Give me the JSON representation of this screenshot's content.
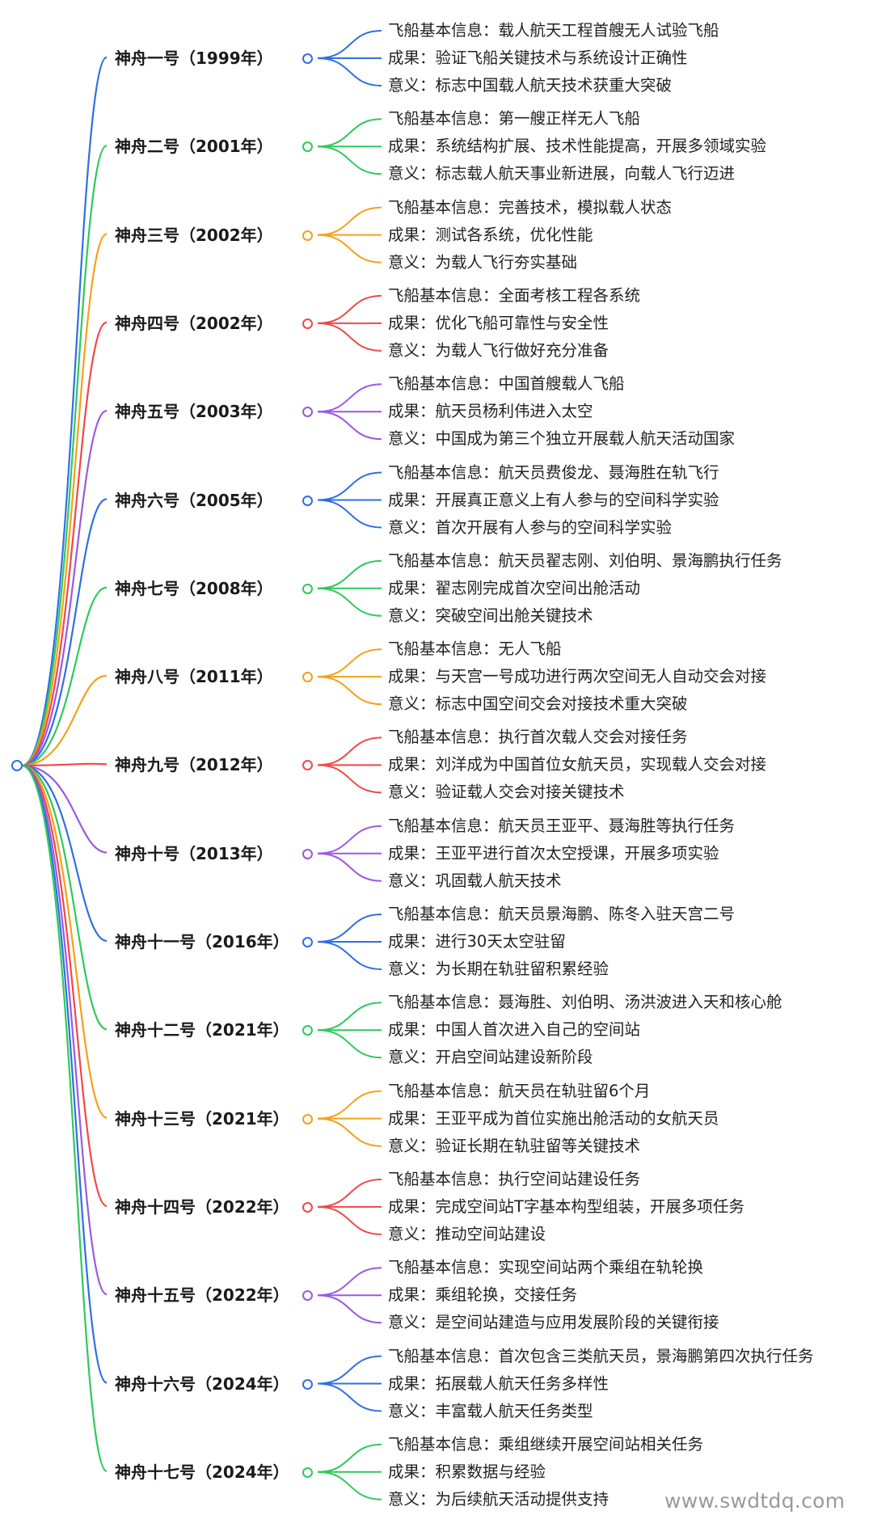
{
  "palette": [
    "#2F6FE4",
    "#2FC95C",
    "#F5A01A",
    "#F04848",
    "#9B59E0"
  ],
  "missions": [
    {
      "title": "神舟一号（1999年）",
      "color": "#2F6FE4",
      "details": [
        "飞船基本信息：载人航天工程首艘无人试验飞船",
        "成果：验证飞船关键技术与系统设计正确性",
        "意义：标志中国载人航天技术获重大突破"
      ]
    },
    {
      "title": "神舟二号（2001年）",
      "color": "#2FC95C",
      "details": [
        "飞船基本信息：第一艘正样无人飞船",
        "成果：系统结构扩展、技术性能提高，开展多领域实验",
        "意义：标志载人航天事业新进展，向载人飞行迈进"
      ]
    },
    {
      "title": "神舟三号（2002年）",
      "color": "#F5A01A",
      "details": [
        "飞船基本信息：完善技术，模拟载人状态",
        "成果：测试各系统，优化性能",
        "意义：为载人飞行夯实基础"
      ]
    },
    {
      "title": "神舟四号（2002年）",
      "color": "#F04848",
      "details": [
        "飞船基本信息：全面考核工程各系统",
        "成果：优化飞船可靠性与安全性",
        "意义：为载人飞行做好充分准备"
      ]
    },
    {
      "title": "神舟五号（2003年）",
      "color": "#9B59E0",
      "details": [
        "飞船基本信息：中国首艘载人飞船",
        "成果：航天员杨利伟进入太空",
        "意义：中国成为第三个独立开展载人航天活动国家"
      ]
    },
    {
      "title": "神舟六号（2005年）",
      "color": "#2F6FE4",
      "details": [
        "飞船基本信息：航天员费俊龙、聂海胜在轨飞行",
        "成果：开展真正意义上有人参与的空间科学实验",
        "意义：首次开展有人参与的空间科学实验"
      ]
    },
    {
      "title": "神舟七号（2008年）",
      "color": "#2FC95C",
      "details": [
        "飞船基本信息：航天员翟志刚、刘伯明、景海鹏执行任务",
        "成果：翟志刚完成首次空间出舱活动",
        "意义：突破空间出舱关键技术"
      ]
    },
    {
      "title": "神舟八号（2011年）",
      "color": "#F5A01A",
      "details": [
        "飞船基本信息：无人飞船",
        "成果：与天宫一号成功进行两次空间无人自动交会对接",
        "意义：标志中国空间交会对接技术重大突破"
      ]
    },
    {
      "title": "神舟九号（2012年）",
      "color": "#F04848",
      "details": [
        "飞船基本信息：执行首次载人交会对接任务",
        "成果：刘洋成为中国首位女航天员，实现载人交会对接",
        "意义：验证载人交会对接关键技术"
      ]
    },
    {
      "title": "神舟十号（2013年）",
      "color": "#9B59E0",
      "details": [
        "飞船基本信息：航天员王亚平、聂海胜等执行任务",
        "成果：王亚平进行首次太空授课，开展多项实验",
        "意义：巩固载人航天技术"
      ]
    },
    {
      "title": "神舟十一号（2016年）",
      "color": "#2F6FE4",
      "details": [
        "飞船基本信息：航天员景海鹏、陈冬入驻天宫二号",
        "成果：进行30天太空驻留",
        "意义：为长期在轨驻留积累经验"
      ]
    },
    {
      "title": "神舟十二号（2021年）",
      "color": "#2FC95C",
      "details": [
        "飞船基本信息：聂海胜、刘伯明、汤洪波进入天和核心舱",
        "成果：中国人首次进入自己的空间站",
        "意义：开启空间站建设新阶段"
      ]
    },
    {
      "title": "神舟十三号（2021年）",
      "color": "#F5A01A",
      "details": [
        "飞船基本信息：航天员在轨驻留6个月",
        "成果：王亚平成为首位实施出舱活动的女航天员",
        "意义：验证长期在轨驻留等关键技术"
      ]
    },
    {
      "title": "神舟十四号（2022年）",
      "color": "#F04848",
      "details": [
        "飞船基本信息：执行空间站建设任务",
        "成果：完成空间站T字基本构型组装，开展多项任务",
        "意义：推动空间站建设"
      ]
    },
    {
      "title": "神舟十五号（2022年）",
      "color": "#9B59E0",
      "details": [
        "飞船基本信息：实现空间站两个乘组在轨轮换",
        "成果：乘组轮换，交接任务",
        "意义：是空间站建造与应用发展阶段的关键衔接"
      ]
    },
    {
      "title": "神舟十六号（2024年）",
      "color": "#2F6FE4",
      "details": [
        "飞船基本信息：首次包含三类航天员，景海鹏第四次执行任务",
        "成果：拓展载人航天任务多样性",
        "意义：丰富载人航天任务类型"
      ]
    },
    {
      "title": "神舟十七号（2024年）",
      "color": "#2FC95C",
      "details": [
        "飞船基本信息：乘组继续开展空间站相关任务",
        "成果：积累数据与经验",
        "意义：为后续航天活动提供支持"
      ]
    }
  ],
  "watermark": "www.swdtdq.com"
}
